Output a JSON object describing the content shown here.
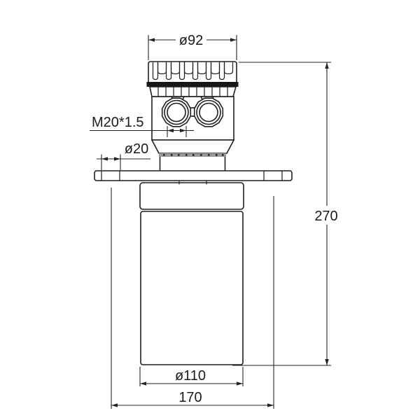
{
  "drawing": {
    "type": "technical-dimension-drawing",
    "subject": "ultrasonic-level-sensor-front-view",
    "labels": {
      "cap_diameter": "ø92",
      "gland_thread": "M20*1.5",
      "flange_hole_diameter": "ø20",
      "overall_height": "270",
      "sensor_diameter": "ø110",
      "bolt_circle": "170"
    },
    "colors": {
      "line": "#1f1f1f",
      "dark_band": "#161616",
      "thread_band": "#9a9a9a",
      "background": "#ffffff"
    }
  }
}
